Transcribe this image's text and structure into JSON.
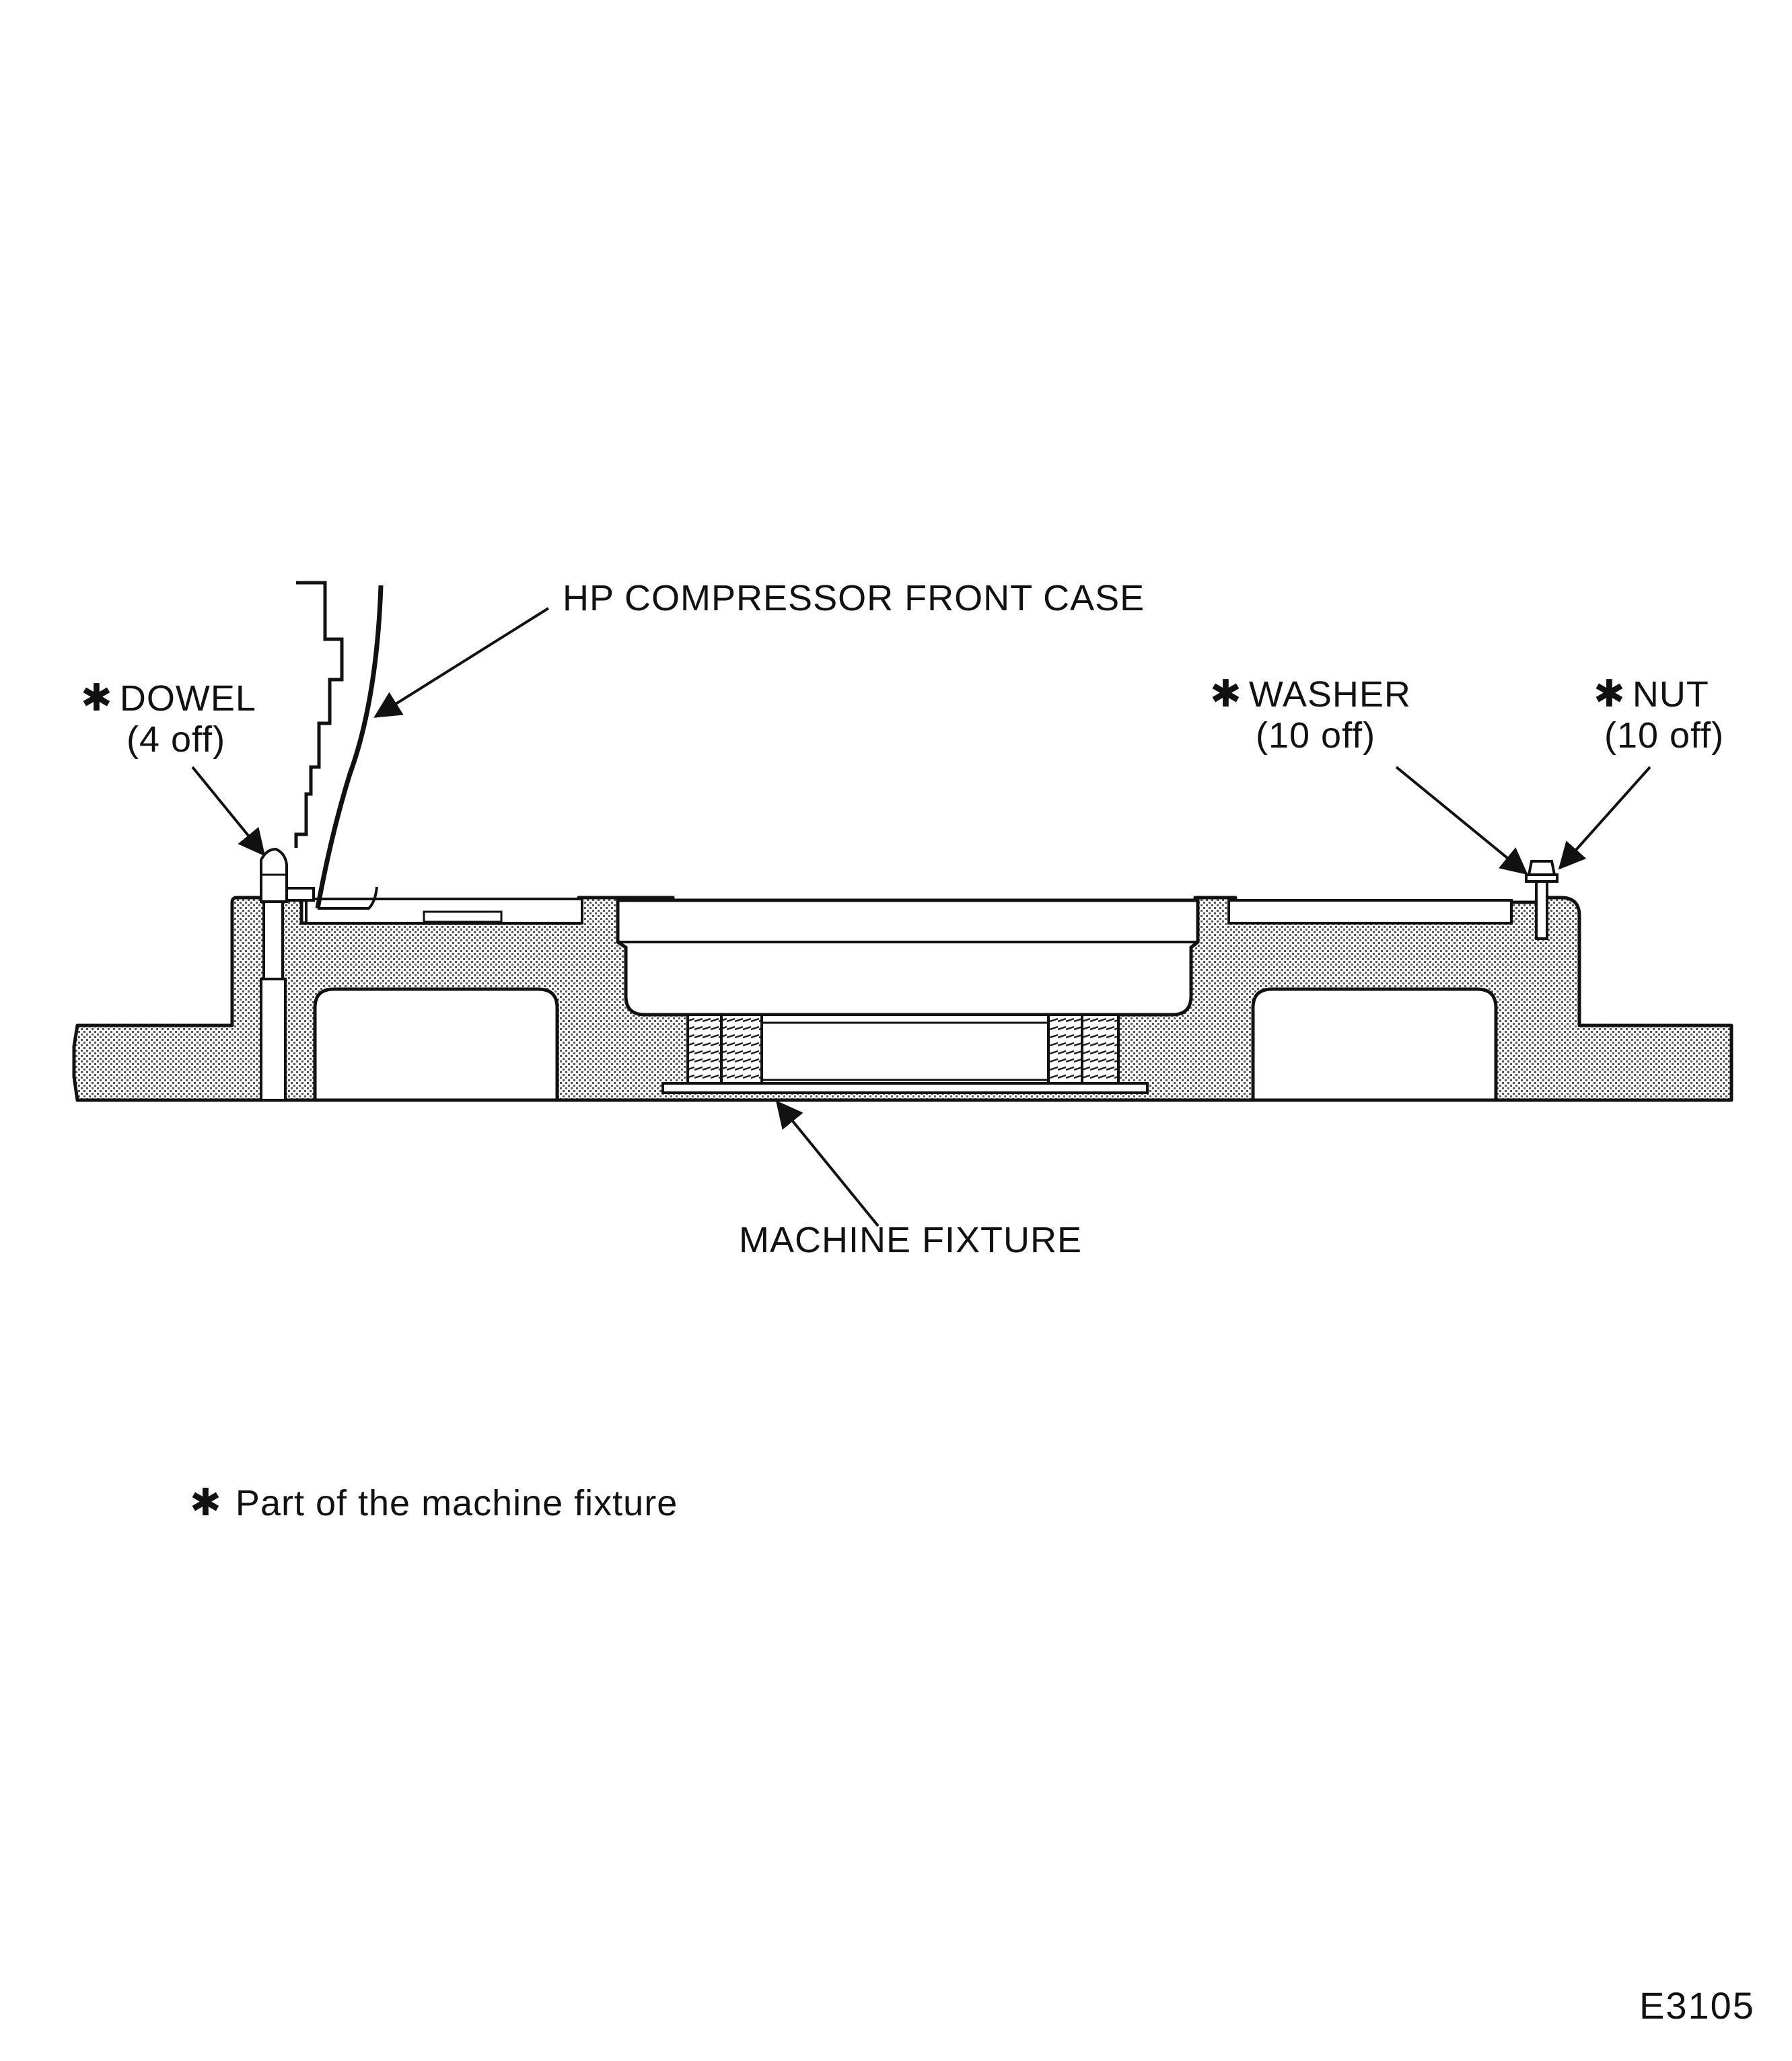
{
  "labels": {
    "hp_case": "HP COMPRESSOR FRONT CASE",
    "dowel_name": "DOWEL",
    "dowel_qty": "(4 off)",
    "washer_name": "WASHER",
    "washer_qty": "(10 off)",
    "nut_name": "NUT",
    "nut_qty": "(10 off)",
    "fixture": "MACHINE FIXTURE"
  },
  "note": {
    "symbol": "✱",
    "text": "Part of the machine fixture"
  },
  "figure_ref": "E3105"
}
